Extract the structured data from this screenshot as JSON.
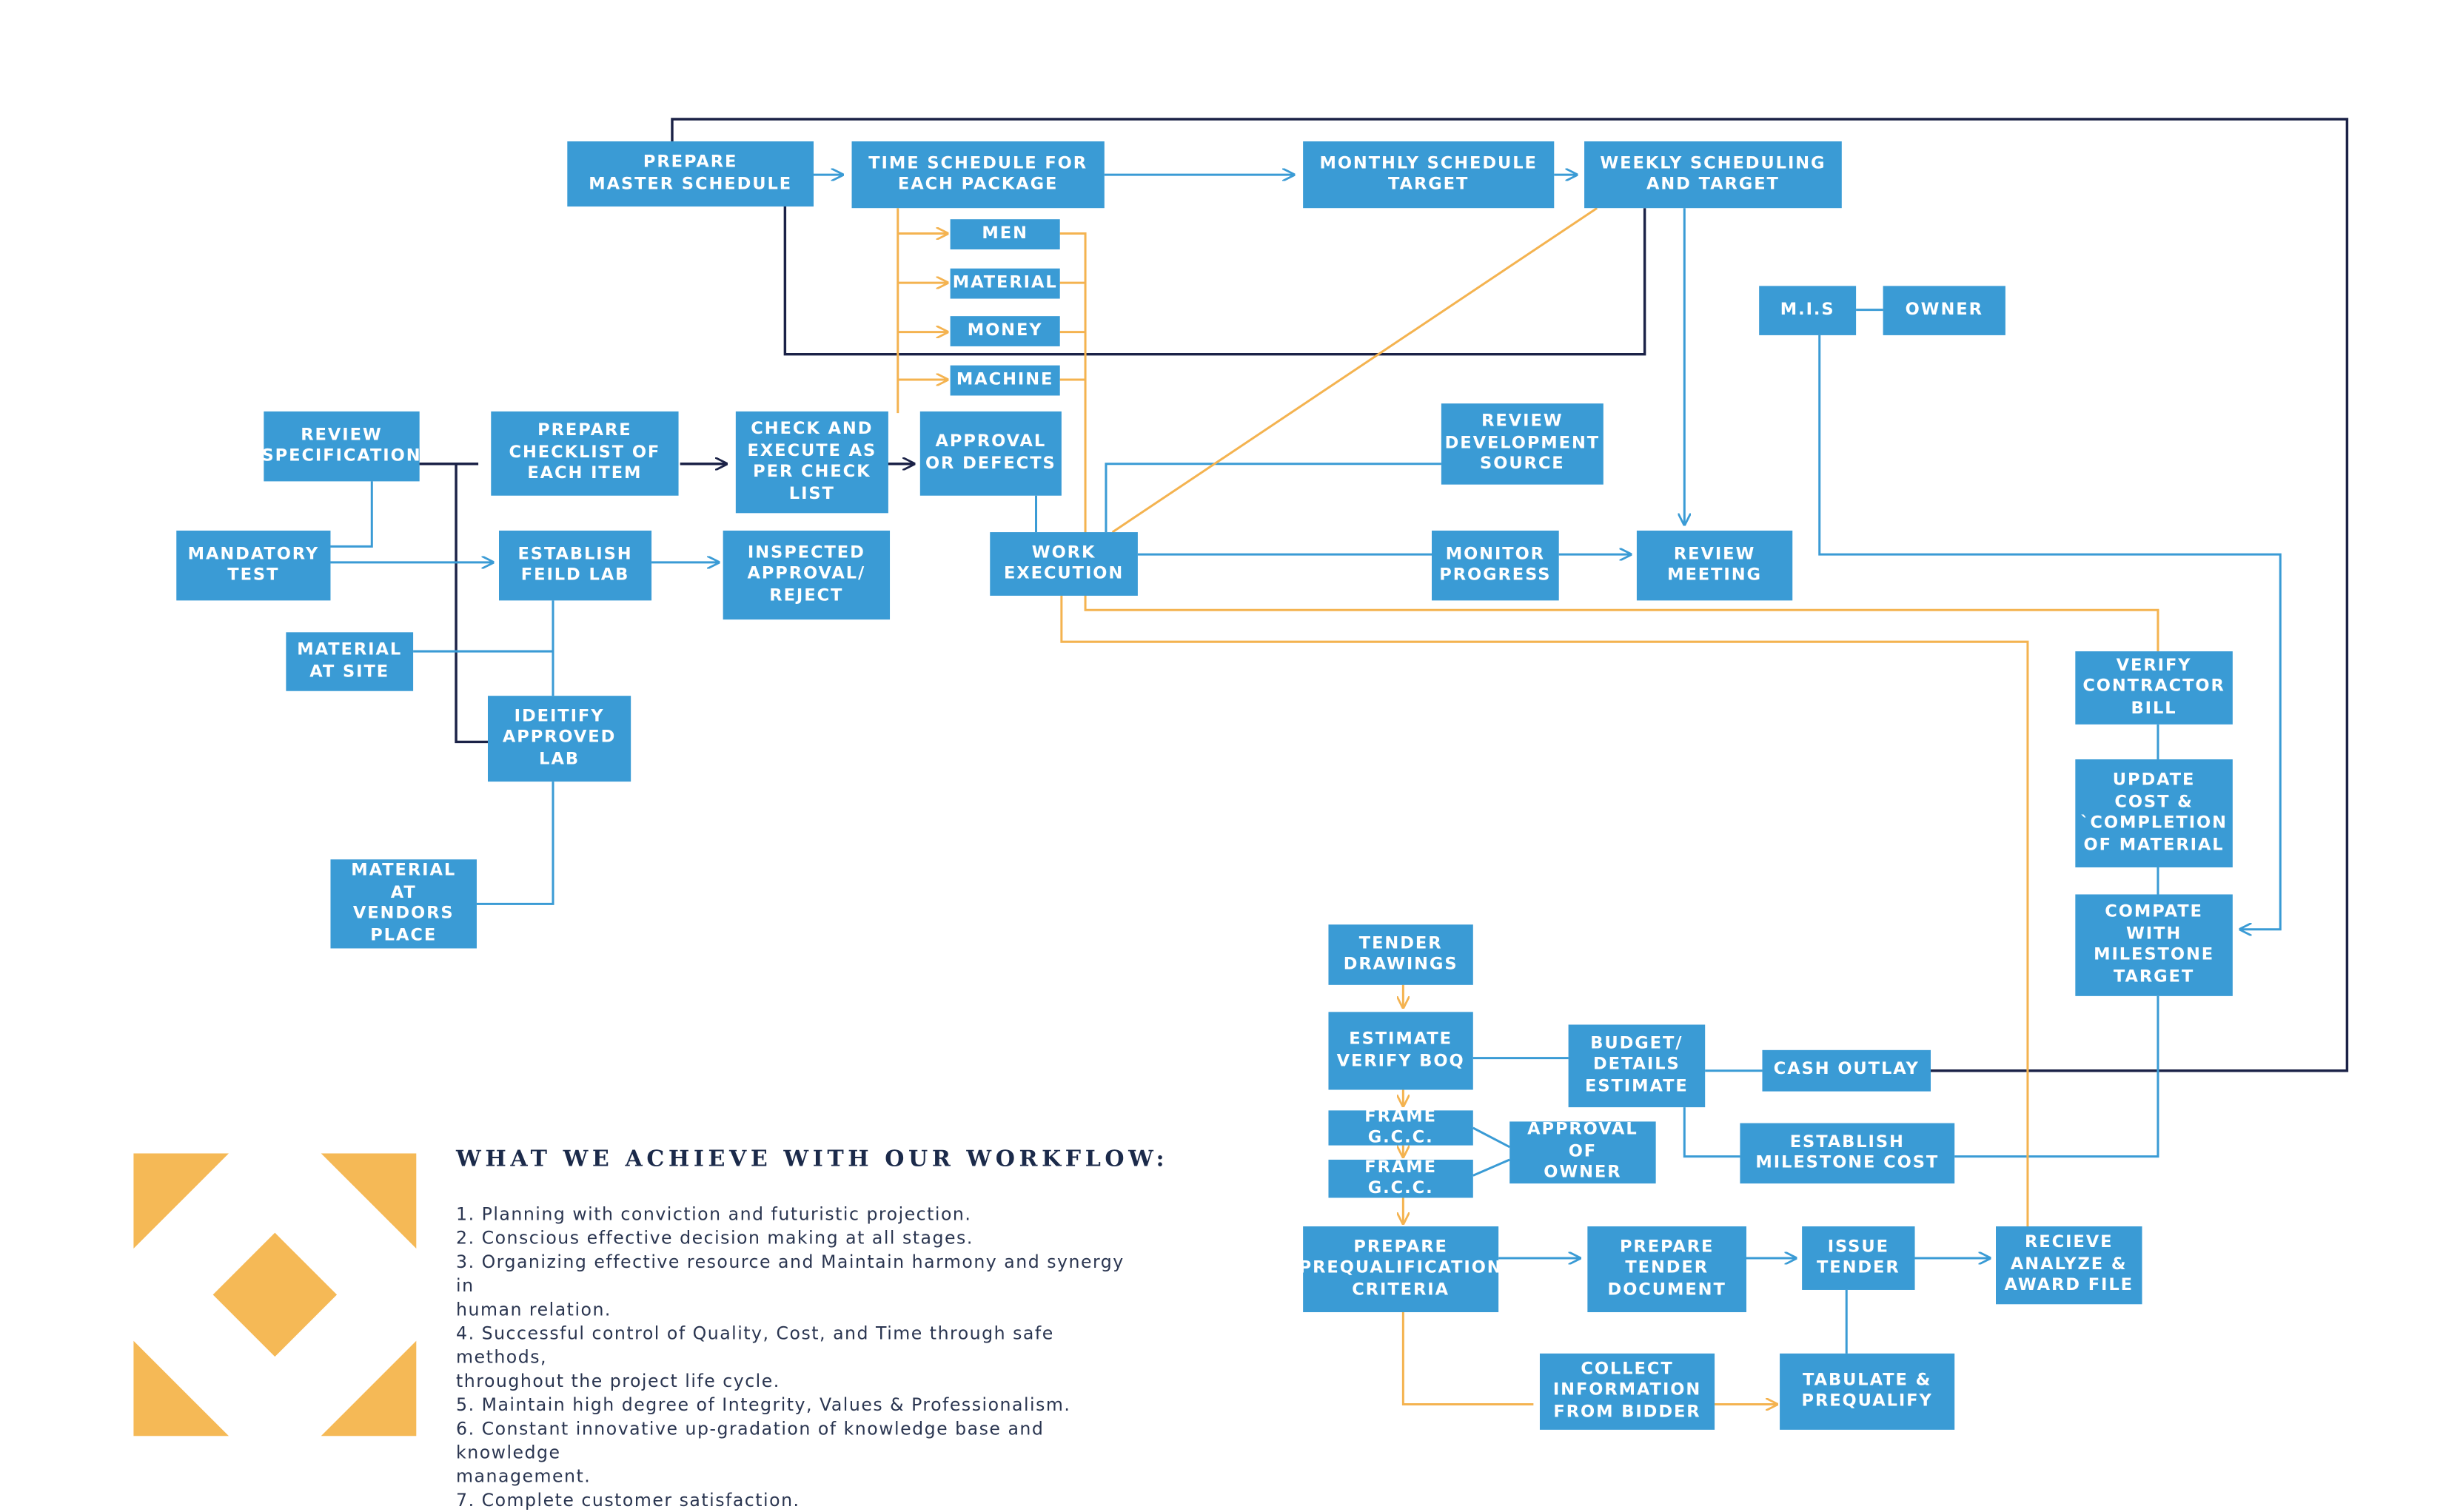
{
  "colors": {
    "box": "#3a9bd5",
    "box_text": "#ffffff",
    "navy_connector": "#1b2247",
    "blue_connector": "#3a9bd5",
    "orange_connector": "#f4b350",
    "logo": "#f5b956",
    "heading": "#1b2a4a"
  },
  "nodes": {
    "prepare_master_schedule": "PREPARE\nMASTER SCHEDULE",
    "time_schedule": "TIME SCHEDULE FOR\nEACH PACKAGE",
    "monthly_schedule": "MONTHLY SCHEDULE\nTARGET",
    "weekly_scheduling": "WEEKLY SCHEDULING\nAND TARGET",
    "men": "MEN",
    "material": "MATERIAL",
    "money": "MONEY",
    "machine": "MACHINE",
    "mis": "M.I.S",
    "owner": "OWNER",
    "review_specification": "REVIEW\nSPECIFICATION",
    "prepare_checklist": "PREPARE\nCHECKLIST OF\nEACH ITEM",
    "check_execute": "CHECK AND\nEXECUTE AS\nPER CHECK\nLIST",
    "approval_defects": "APPROVAL\nOR DEFECTS",
    "review_development": "REVIEW\nDEVELOPMENT\nSOURCE",
    "mandatory_test": "MANDATORY\nTEST",
    "establish_field_lab": "ESTABLISH\nFEILD LAB",
    "inspected_approval": "INSPECTED\nAPPROVAL/\nREJECT",
    "work_execution": "WORK\nEXECUTION",
    "monitor_progress": "MONITOR\nPROGRESS",
    "review_meeting": "REVIEW\nMEETING",
    "material_at_site": "MATERIAL\nAT SITE",
    "identify_lab": "IDEITIFY\nAPPROVED\nLAB",
    "verify_bill": "VERIFY\nCONTRACTOR\nBILL",
    "update_cost": "UPDATE\nCOST &\n`COMPLETION\nOF MATERIAL",
    "material_vendors": "MATERIAL AT\nVENDORS\nPLACE",
    "compare_milestone": "COMPATE\nWITH\nMILESTONE\nTARGET",
    "tender_drawings": "TENDER\nDRAWINGS",
    "estimate_boq": "ESTIMATE\nVERIFY BOQ",
    "budget_estimate": "BUDGET/\nDETAILS\nESTIMATE",
    "cash_outlay": "CASH OUTLAY",
    "frame_gcc_1": "FRAME G.C.C.",
    "approval_owner": "APPROVAL OF\nOWNER",
    "establish_milestone": "ESTABLISH\nMILESTONE COST",
    "frame_gcc_2": "FRAME G.C.C.",
    "prequalification": "PREPARE\nPREQUALIFICATION\nCRITERIA",
    "tender_document": "PREPARE\nTENDER\nDOCUMENT",
    "issue_tender": "ISSUE\nTENDER",
    "receive_award": "RECIEVE\nANALYZE &\nAWARD FILE",
    "collect_info": "COLLECT\nINFORMATION\nFROM BIDDER",
    "tabulate": "TABULATE &\nPREQUALIFY"
  },
  "footer": {
    "heading": "WHAT WE ACHIEVE WITH OUR WORKFLOW:",
    "items": [
      "1. Planning with conviction and futuristic projection.",
      "2. Conscious effective decision making at all stages.",
      "3. Organizing effective resource and Maintain harmony and synergy in\n    human relation.",
      "4. Successful control of Quality, Cost, and Time through safe methods,\n    throughout the project life cycle.",
      "5.  Maintain high degree of Integrity, Values & Professionalism.",
      "6. Constant innovative up-gradation of knowledge base and knowledge\n    management.",
      "7. Complete customer satisfaction."
    ]
  }
}
